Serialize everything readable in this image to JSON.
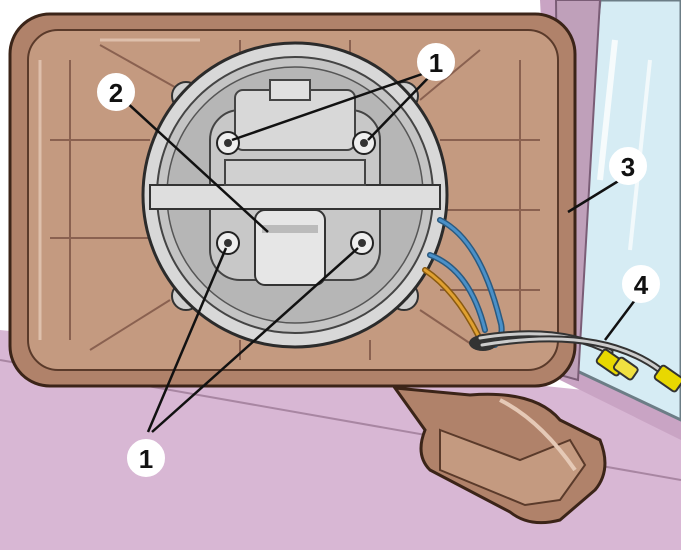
{
  "labels": {
    "mount_screws_top": "1",
    "mount_screws_bottom": "1",
    "drive_unit": "2",
    "mirror_housing": "3",
    "wires": "4"
  },
  "colors": {
    "background": "#ffffff",
    "door_trim": "#d8b7d4",
    "housing": "#b0826a",
    "housing_inner": "#c49a80",
    "metal_ring": "#dcdcdc",
    "window_glass": "#d6ecf4",
    "wire_blue": "#4a90c8",
    "wire_orange": "#e0a030",
    "connector": "#e8d800"
  }
}
